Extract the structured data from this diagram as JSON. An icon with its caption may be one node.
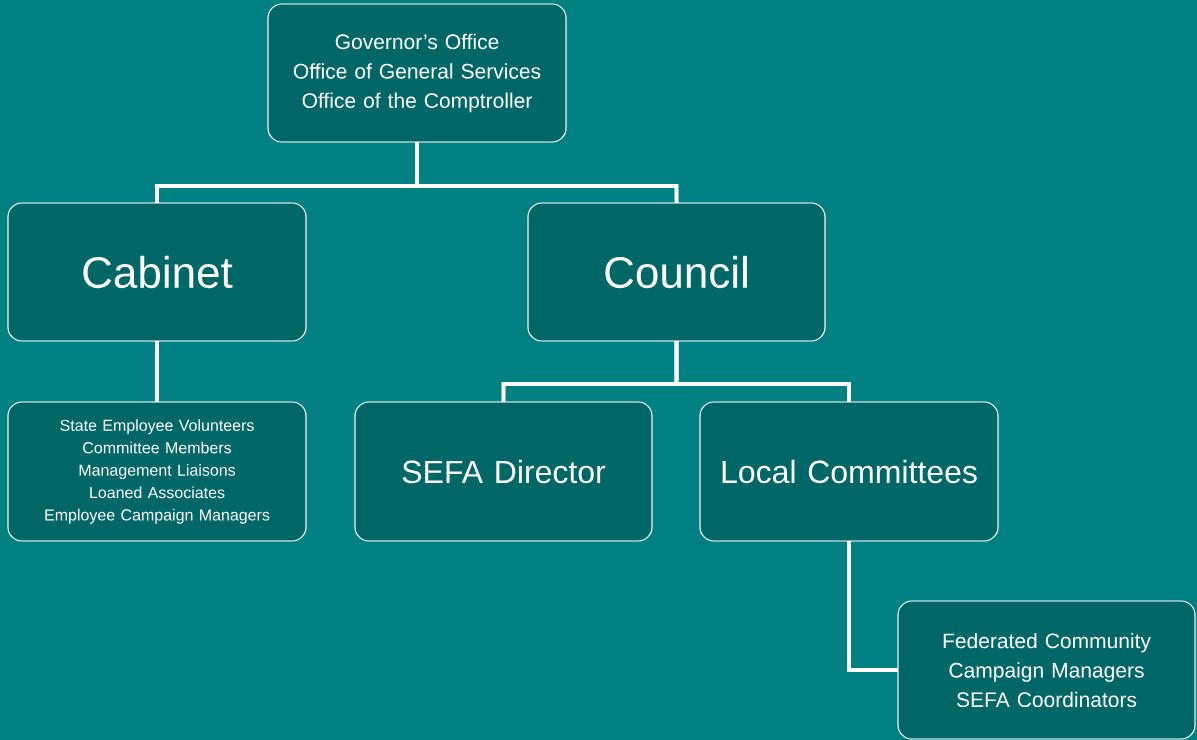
{
  "diagram": {
    "nodes": [
      {
        "text": [
          "Governor’s Office",
          "Office of General Services",
          "Office of the Comptroller"
        ]
      },
      {
        "text": [
          "Cabinet"
        ]
      },
      {
        "text": [
          "Council"
        ]
      },
      {
        "text": [
          "State Employee Volunteers",
          "Committee Members",
          "Management Liaisons",
          "Loaned Associates",
          "Employee Campaign Managers"
        ]
      },
      {
        "text": [
          "SEFA Director"
        ]
      },
      {
        "text": [
          "Local Committees"
        ]
      },
      {
        "text": [
          "Federated Community Campaign Managers",
          "SEFA Coordinators"
        ]
      }
    ],
    "edges": [
      {
        "from": 0,
        "to": 1,
        "arrow": "none"
      },
      {
        "from": 0,
        "to": 2,
        "arrow": "none"
      },
      {
        "from": 1,
        "to": 3,
        "arrow": "none"
      },
      {
        "from": 2,
        "to": 4,
        "arrow": "none"
      },
      {
        "from": 2,
        "to": 5,
        "arrow": "none"
      },
      {
        "from": 5,
        "to": 6,
        "arrow": "none"
      }
    ]
  }
}
